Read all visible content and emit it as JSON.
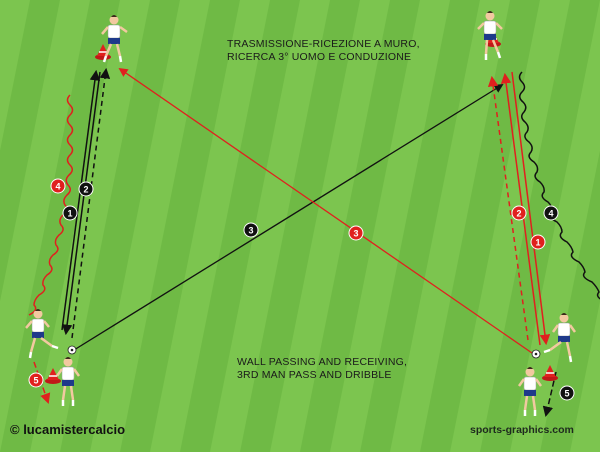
{
  "title_it": {
    "line1": "TRASMISSIONE-RICEZIONE A MURO,",
    "line2": "RICERCA 3° UOMO E CONDUZIONE"
  },
  "title_en": {
    "line1": "WALL PASSING AND RECEIVING,",
    "line2": "3RD MAN PASS AND DRIBBLE"
  },
  "credit_left": "© lucamistercalcio",
  "credit_right": "sports-graphics.com",
  "colors": {
    "grass_light": "#79c24d",
    "grass_dark": "#5ea939",
    "black_team_lines": "#111111",
    "red_team_lines": "#e0201e",
    "player_shirt": "#ffffff",
    "player_shorts": "#1e3a8a",
    "cone": "#e0201e"
  },
  "left_group": {
    "step_labels": [
      "1",
      "2",
      "3",
      "4",
      "5"
    ]
  },
  "right_group": {
    "step_labels": [
      "1",
      "2",
      "3",
      "4",
      "5"
    ]
  }
}
